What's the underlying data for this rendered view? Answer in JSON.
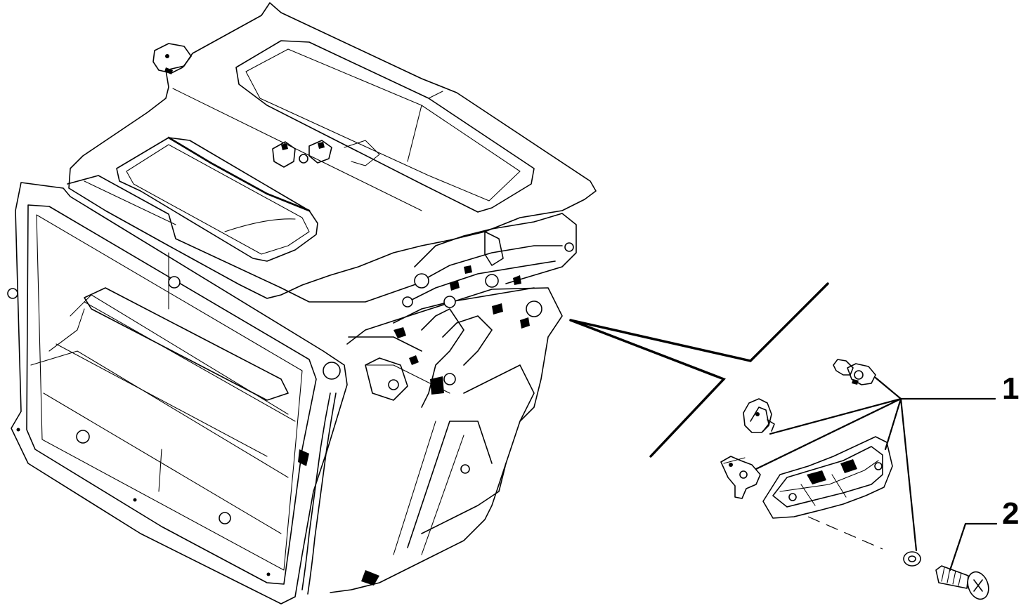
{
  "callouts": [
    {
      "id": "1",
      "label": "1"
    },
    {
      "id": "2",
      "label": "2"
    }
  ],
  "colors": {
    "line": "#000000",
    "background": "#ffffff"
  },
  "parts": {
    "main_assembly": "heater-housing-icon",
    "group_1": [
      "bulb-holder-icon",
      "round-actuator-icon",
      "lever-bracket-icon",
      "control-panel-icon",
      "washer-icon"
    ],
    "group_2": [
      "screw-icon"
    ]
  }
}
